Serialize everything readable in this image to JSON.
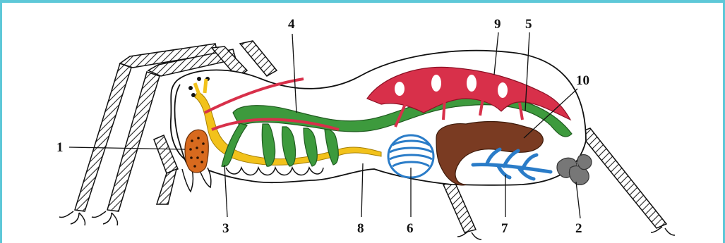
{
  "labels": {
    "l1": "1",
    "l2": "2",
    "l3": "3",
    "l4": "4",
    "l5": "5",
    "l6": "6",
    "l7": "7",
    "l8": "8",
    "l9": "9",
    "l10": "10"
  },
  "colors": {
    "frame": "#5ec8d8",
    "nerve": "#f2c21b",
    "gut": "#3d9a3d",
    "heart": "#d8304a",
    "lung": "#2a7cc8",
    "liver": "#7a3b22",
    "venom": "#d86a1e",
    "spinneret": "#777777"
  }
}
